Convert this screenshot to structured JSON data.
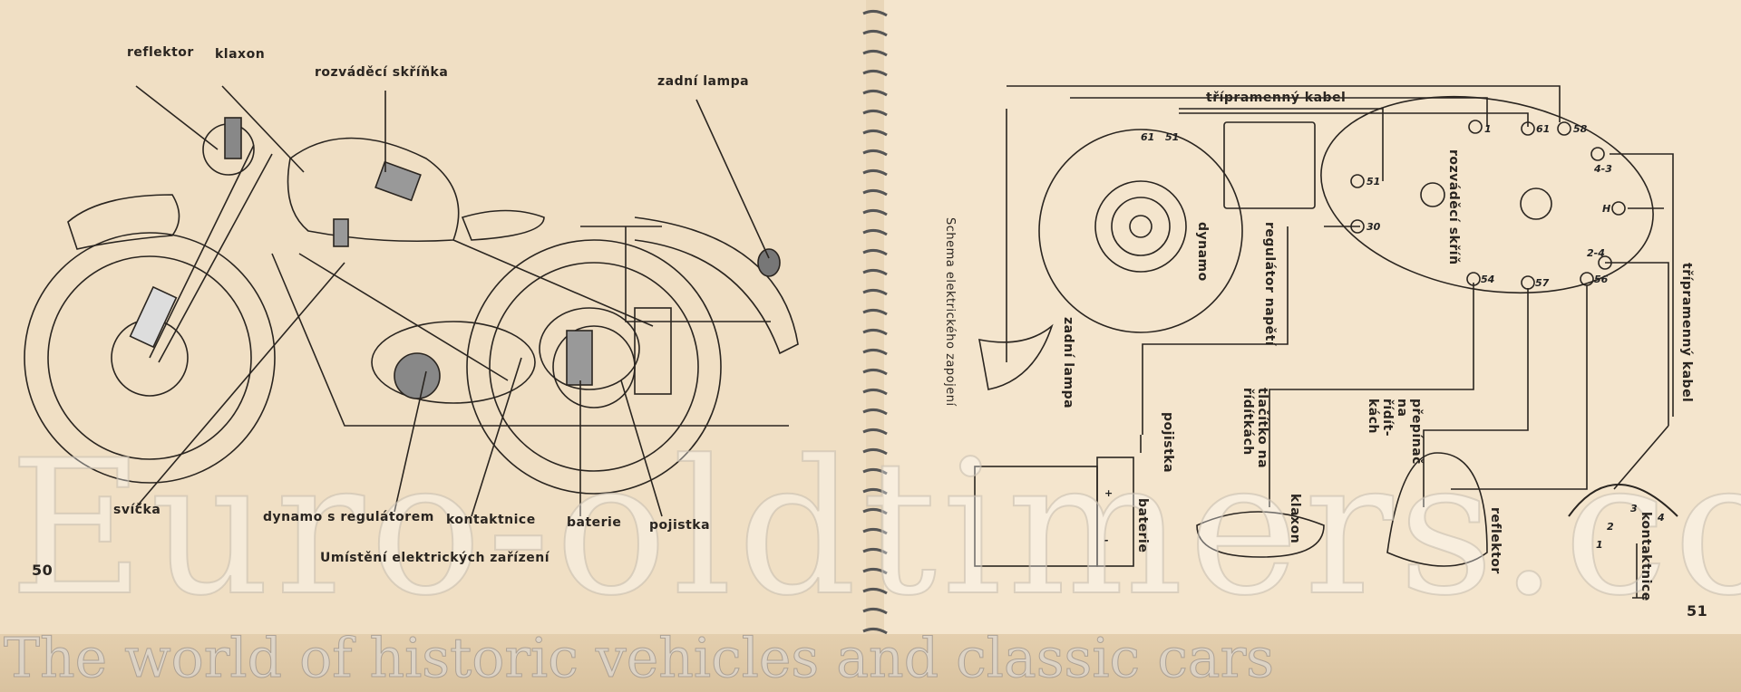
{
  "left_page": {
    "page_number": "50",
    "caption": "Umístění elektrických zařízení",
    "labels": {
      "reflektor": "reflektor",
      "klaxon": "klaxon",
      "rozvadeci_skrinka": "rozváděcí skříňka",
      "zadni_lampa": "zadní lampa",
      "svicka": "svíčka",
      "dynamo": "dynamo s regulátorem",
      "kontaktnice": "kontaktnice",
      "baterie": "baterie",
      "pojistka": "pojistka"
    }
  },
  "right_page": {
    "page_number": "51",
    "title": "Schema elektrického zapojení",
    "labels": {
      "kabel_top": "třípramenný kabel",
      "kabel_right": "třípramenný kabel",
      "dynamo": "dynamo",
      "regulator": "regulátor napětí",
      "zadni_lampa": "zadní lampa",
      "rozvadeci_skrin": "rozváděcí skříň",
      "pojistka": "pojistka",
      "baterie": "baterie",
      "tlacitko": "tlačítko na řídítkách",
      "klaxon": "klaxon",
      "prepinac": "přepínač na řídít-kách",
      "reflektor": "reflektor",
      "kontaktnice": "kontaktnice"
    },
    "terminals": [
      "1",
      "61",
      "58",
      "4-3",
      "H",
      "2-4",
      "56",
      "57",
      "54",
      "51",
      "30"
    ],
    "dynamo_terminals": [
      "61",
      "51"
    ],
    "battery_polarity": [
      "+",
      "-"
    ],
    "contact_positions": [
      "1",
      "2",
      "3",
      "4"
    ]
  },
  "watermark": {
    "main": "Euro-oldtimers.com",
    "tagline": "The world of historic vehicles and classic cars"
  }
}
